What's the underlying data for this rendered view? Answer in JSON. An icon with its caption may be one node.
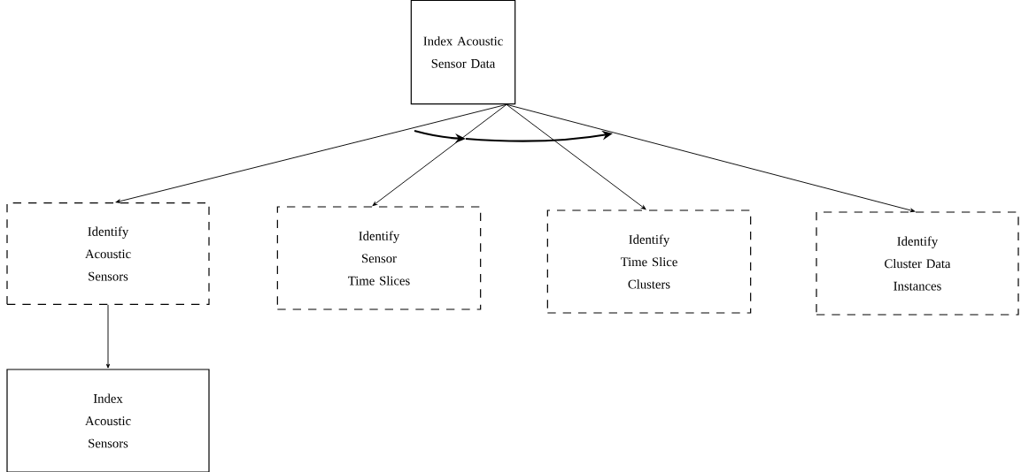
{
  "diagram": {
    "nodes": [
      {
        "text": [
          "Index Acoustic Sensor Data"
        ]
      },
      {
        "text": [
          "Identify Acoustic Sensors"
        ]
      },
      {
        "text": [
          "Identify Sensor Time Slices"
        ]
      },
      {
        "text": [
          "Identify Time Slice Clusters"
        ]
      },
      {
        "text": [
          "Identify Cluster Data Instances"
        ]
      },
      {
        "text": [
          "Index Acoustic Sensors"
        ]
      }
    ],
    "edges": [
      {
        "from": 0,
        "to": 1,
        "arrow": "to"
      },
      {
        "from": 0,
        "to": 2,
        "arrow": "to"
      },
      {
        "from": 0,
        "to": 3,
        "arrow": "to"
      },
      {
        "from": 0,
        "to": 4,
        "arrow": "to"
      },
      {
        "from": 1,
        "to": 5,
        "arrow": "to"
      }
    ]
  }
}
